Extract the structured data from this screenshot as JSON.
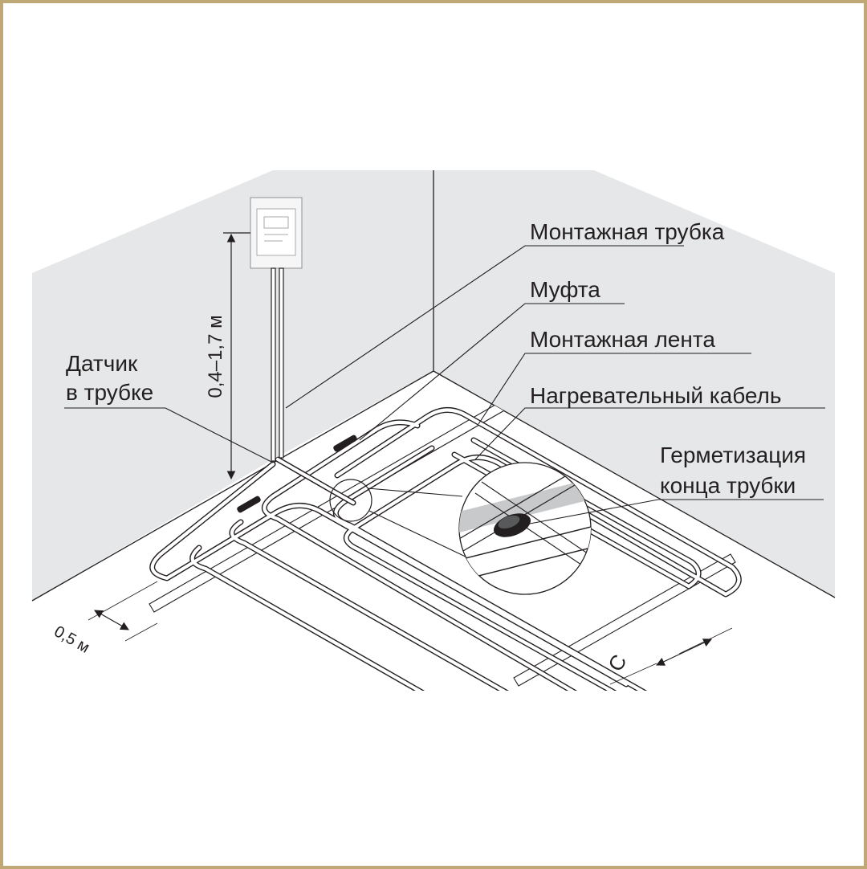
{
  "colors": {
    "frame": "#bfa776",
    "wall": "#e6e7e8",
    "floor": "#ffffff",
    "line": "#231f20",
    "tape": "#c8c9ca"
  },
  "labels": {
    "mounting_tube": "Монтажная трубка",
    "coupling": "Муфта",
    "mounting_tape": "Монтажная лента",
    "heating_cable": "Нагревательный кабель",
    "sealing_line1": "Герметизация",
    "sealing_line2": "конца трубки",
    "sensor_line1": "Датчик",
    "sensor_line2": "в трубке"
  },
  "dimensions": {
    "height": "0,4–1,7 м",
    "offset": "0,5 м",
    "pitch": "С"
  }
}
